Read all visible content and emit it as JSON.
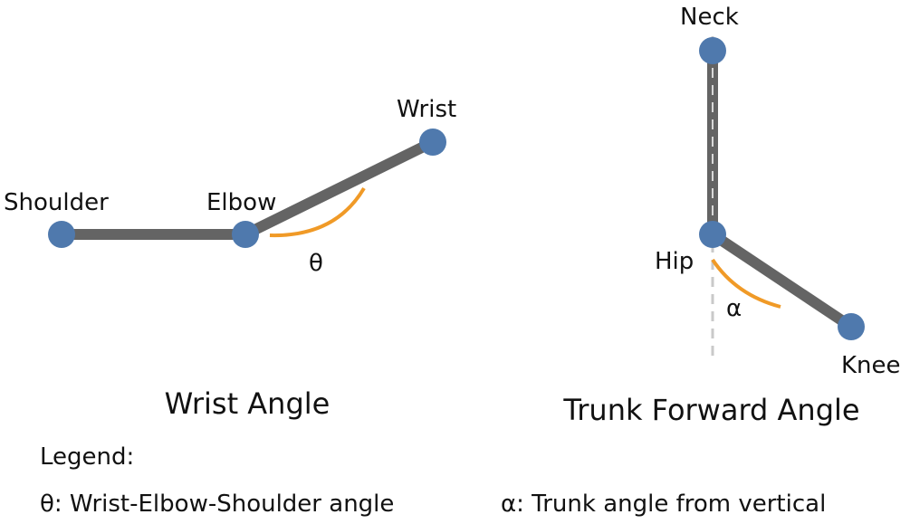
{
  "wrist_panel": {
    "title": "Wrist Angle",
    "labels": {
      "shoulder": "Shoulder",
      "elbow": "Elbow",
      "wrist": "Wrist"
    },
    "angle_symbol": "θ"
  },
  "trunk_panel": {
    "title": "Trunk Forward Angle",
    "labels": {
      "neck": "Neck",
      "hip": "Hip",
      "knee": "Knee"
    },
    "angle_symbol": "α"
  },
  "legend": {
    "heading": "Legend:",
    "entries": [
      "θ: Wrist-Elbow-Shoulder angle",
      "α: Trunk angle from vertical"
    ]
  },
  "colors": {
    "segment": "#646464",
    "joint": "#4f79ad",
    "angle_arc": "#f09a27",
    "vertical_guide": "#c9c9c9"
  }
}
